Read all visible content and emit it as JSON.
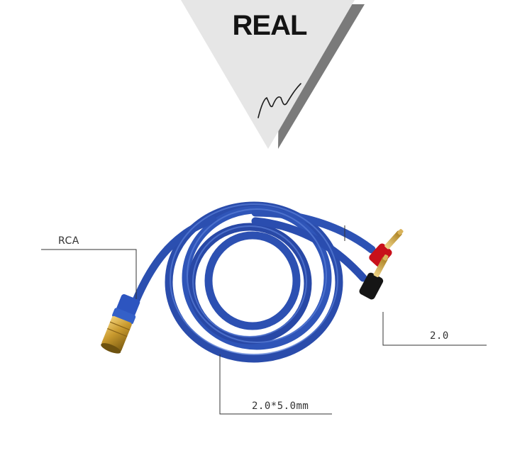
{
  "badge": {
    "title": "REAL",
    "signature": "handwritten scribble mark"
  },
  "callouts": {
    "connector": "RCA",
    "pin_size": "2.0",
    "cable_dimensions": "2.0*5.0mm"
  },
  "colors": {
    "cable_blue": "#2b4fb0",
    "plug_gold": "#c99a2e",
    "pin_red": "#c8101a",
    "pin_black": "#151515",
    "badge_light": "#e6e6e6",
    "badge_dark": "#7a7a7a"
  }
}
